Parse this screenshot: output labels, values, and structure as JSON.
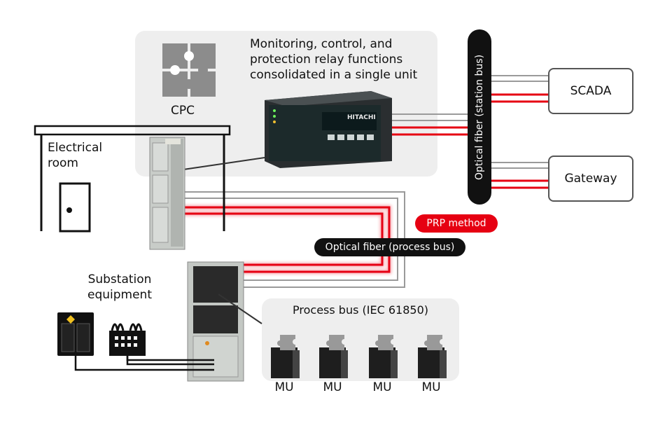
{
  "headline": {
    "line1": "Monitoring, control, and",
    "line2": "protection relay functions",
    "line3": "consolidated in a single unit"
  },
  "cpc_label": "CPC",
  "electrical_room": {
    "line1": "Electrical",
    "line2": "room"
  },
  "substation": {
    "line1": "Substation",
    "line2": "equipment"
  },
  "process_bus_label": "Process bus (IEC 61850)",
  "scada_label": "SCADA",
  "gateway_label": "Gateway",
  "prp_label": "PRP method",
  "optical_process_label": "Optical fiber (process bus)",
  "optical_station_label": "Optical fiber (station bus)",
  "mu_labels": [
    "MU",
    "MU",
    "MU",
    "MU"
  ],
  "device_brand": "HITACHI",
  "colors": {
    "fiber_red": "#e60012",
    "fiber_gray": "#9a9a9a",
    "panel_bg": "#eeeeee",
    "pill_black": "#111111"
  }
}
